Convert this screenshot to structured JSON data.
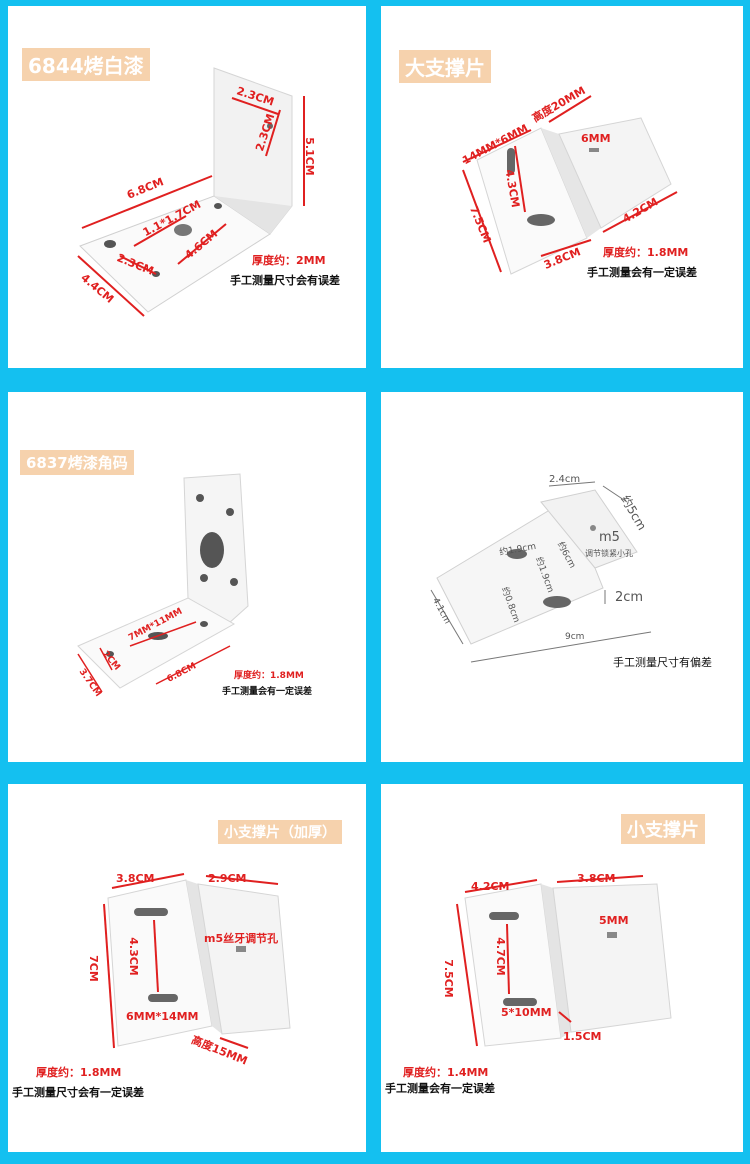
{
  "panel1": {
    "title": "6844烤白漆",
    "dims": {
      "top_w": "2.3CM",
      "top_h": "2.3CM",
      "height": "5.1CM",
      "length": "6.8CM",
      "hole": "1.1*1.7CM",
      "base_w": "2.3CM",
      "base_d": "4.6CM",
      "width": "4.4CM"
    },
    "thickness": "厚度约：2MM",
    "note": "手工测量尺寸会有误差"
  },
  "panel2": {
    "title": "大支撑片",
    "dims": {
      "slot": "14MM*6MM",
      "h20": "高度20MM",
      "hole": "6MM",
      "slot_len": "4.3CM",
      "len": "7.5CM",
      "base": "3.8CM",
      "side": "4.2CM"
    },
    "thickness": "厚度约：1.8MM",
    "note": "手工测量会有一定误差"
  },
  "panel3": {
    "title": "6837烤漆角码",
    "dims": {
      "slot": "7MM*11MM",
      "w": "2CM",
      "len": "6.8CM",
      "d": "3.7CM"
    },
    "thickness": "厚度约：1.8MM",
    "note": "手工测量会有一定误差"
  },
  "panel4": {
    "dims": {
      "top": "2.4cm",
      "h": "约5cm",
      "m5": "m5",
      "m5_note": "调节锁紧小孔",
      "slot1": "约1.9cm",
      "slot_len": "约1.9cm",
      "b6": "约6cm",
      "hole": "约0.8cm",
      "left": "4.1cm",
      "step": "2cm",
      "len": "9cm"
    },
    "note": "手工测量尺寸有偏差"
  },
  "panel5": {
    "title": "小支撑片（加厚）",
    "dims": {
      "a": "3.8CM",
      "b": "2.9CM",
      "m5": "m5丝牙调节孔",
      "len": "4.3CM",
      "h": "7CM",
      "slot": "6MM*14MM",
      "h15": "高度15MM"
    },
    "thickness": "厚度约：1.8MM",
    "note": "手工测量尺寸会有一定误差"
  },
  "panel6": {
    "title": "小支撑片",
    "dims": {
      "a": "4.2CM",
      "b": "3.8CM",
      "hole": "5MM",
      "len": "4.7CM",
      "h": "7.5CM",
      "slot": "5*10MM",
      "s15": "1.5CM"
    },
    "thickness": "厚度约：1.4MM",
    "note": "手工测量会有一定误差"
  },
  "colors": {
    "bg": "#14c0f0",
    "title_bg": "#f6d2ad",
    "dim": "#e02020"
  }
}
